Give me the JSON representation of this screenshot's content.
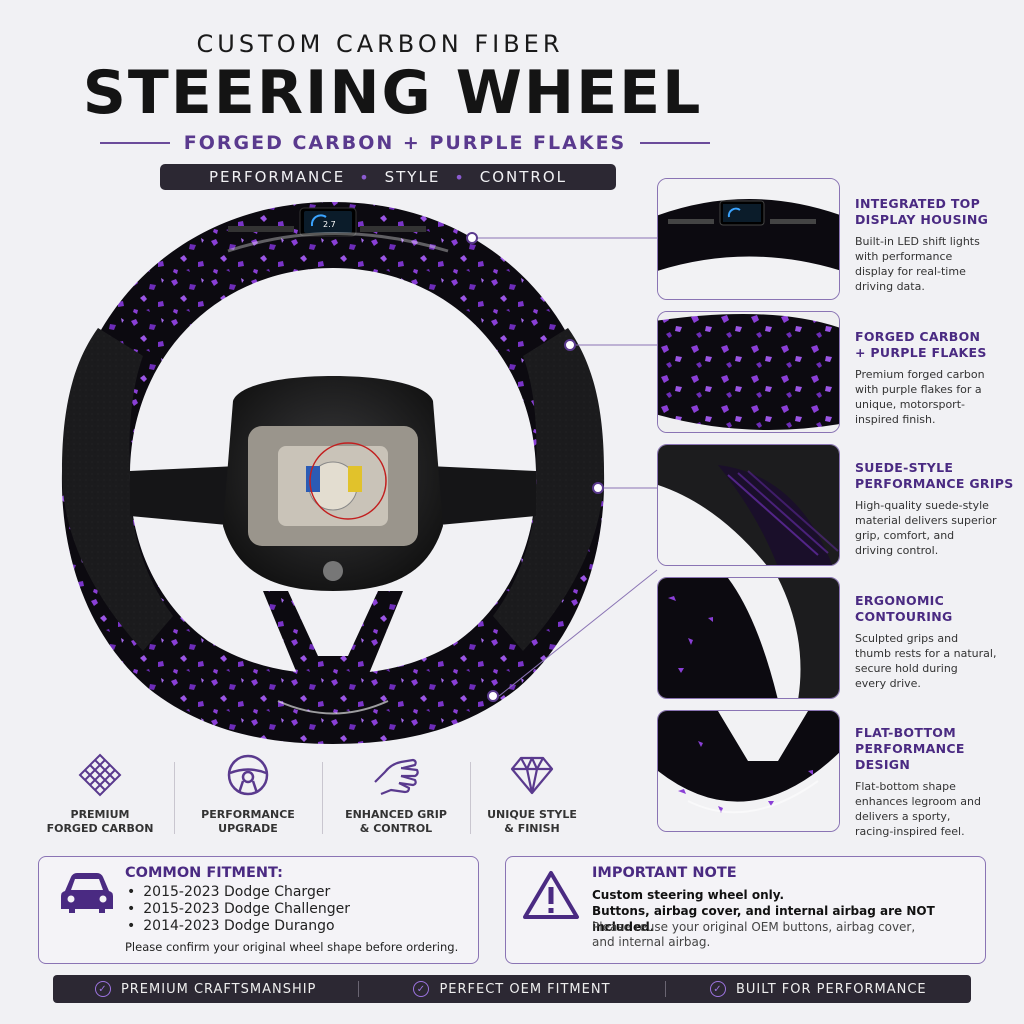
{
  "header": {
    "kicker": "CUSTOM CARBON FIBER",
    "title": "STEERING WHEEL",
    "subtitle": "FORGED CARBON + PURPLE FLAKES",
    "tags": [
      "PERFORMANCE",
      "STYLE",
      "CONTROL"
    ]
  },
  "wheel_display": {
    "readout": "2.7"
  },
  "features": [
    {
      "title": "INTEGRATED TOP\nDISPLAY HOUSING",
      "desc": "Built-in LED shift lights\nwith performance\ndisplay for real-time\ndriving data.",
      "icon": "display-housing-photo"
    },
    {
      "title": "FORGED CARBON\n+ PURPLE FLAKES",
      "desc": "Premium forged carbon\nwith purple flakes for a\nunique, motorsport-\ninspired finish.",
      "icon": "forged-carbon-photo"
    },
    {
      "title": "SUEDE-STYLE\nPERFORMANCE GRIPS",
      "desc": "High-quality suede-style\nmaterial delivers superior\ngrip, comfort, and\ndriving control.",
      "icon": "suede-grip-photo"
    },
    {
      "title": "ERGONOMIC\nCONTOURING",
      "desc": "Sculpted grips and\nthumb rests for a natural,\nsecure hold during\nevery drive.",
      "icon": "ergonomic-photo"
    },
    {
      "title": "FLAT-BOTTOM\nPERFORMANCE DESIGN",
      "desc": "Flat-bottom shape\nenhances legroom and\ndelivers a sporty,\nracing-inspired feel.",
      "icon": "flat-bottom-photo"
    }
  ],
  "benefits": [
    {
      "label": "PREMIUM\nFORGED CARBON",
      "icon": "carbon-weave-icon"
    },
    {
      "label": "PERFORMANCE\nUPGRADE",
      "icon": "steering-wheel-icon"
    },
    {
      "label": "ENHANCED GRIP\n& CONTROL",
      "icon": "hand-grip-icon"
    },
    {
      "label": "UNIQUE STYLE\n& FINISH",
      "icon": "diamond-icon"
    }
  ],
  "fitment": {
    "title": "COMMON FITMENT:",
    "items": [
      "2015-2023 Dodge Charger",
      "2015-2023 Dodge Challenger",
      "2014-2023 Dodge Durango"
    ],
    "note": "Please confirm your original wheel shape before ordering.",
    "icon": "car-icon"
  },
  "important": {
    "title": "IMPORTANT NOTE",
    "line1": "Custom steering wheel only.",
    "line2": "Buttons, airbag cover, and internal airbag are NOT included.",
    "line3": "Please reuse your original OEM buttons, airbag cover,\nand internal airbag.",
    "icon": "warning-icon"
  },
  "bottom_bar": [
    "PREMIUM CRAFTSMANSHIP",
    "PERFECT OEM FITMENT",
    "BUILT FOR PERFORMANCE"
  ],
  "colors": {
    "accent": "#5a3a8e",
    "dark": "#2c2833",
    "flake": "#8a3fd6"
  }
}
